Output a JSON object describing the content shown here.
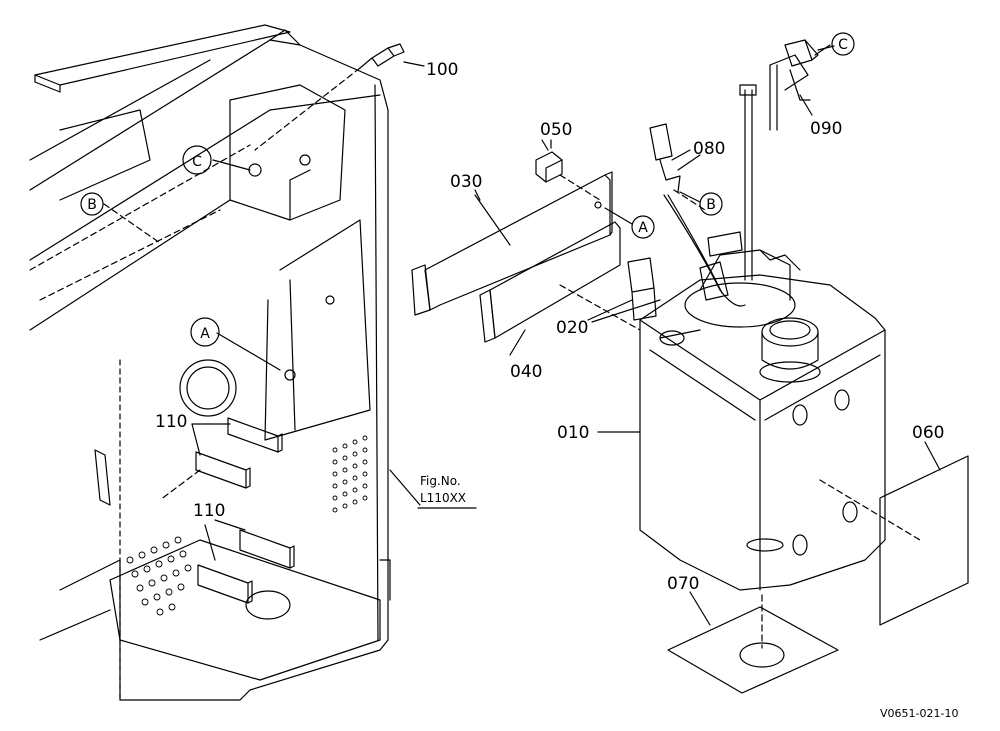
{
  "parts": {
    "p010": "010",
    "p020": "020",
    "p030": "030",
    "p040": "040",
    "p050": "050",
    "p060": "060",
    "p070": "070",
    "p080": "080",
    "p090": "090",
    "p100": "100",
    "p110_upper": "110",
    "p110_lower": "110"
  },
  "refs": {
    "a_left": "A",
    "a_right": "A",
    "b_left": "B",
    "b_right": "B",
    "c_left": "C",
    "c_right": "C"
  },
  "figure": {
    "label": "Fig.No.",
    "number": "L110XX"
  },
  "drawing_code": "V0651-021-10"
}
